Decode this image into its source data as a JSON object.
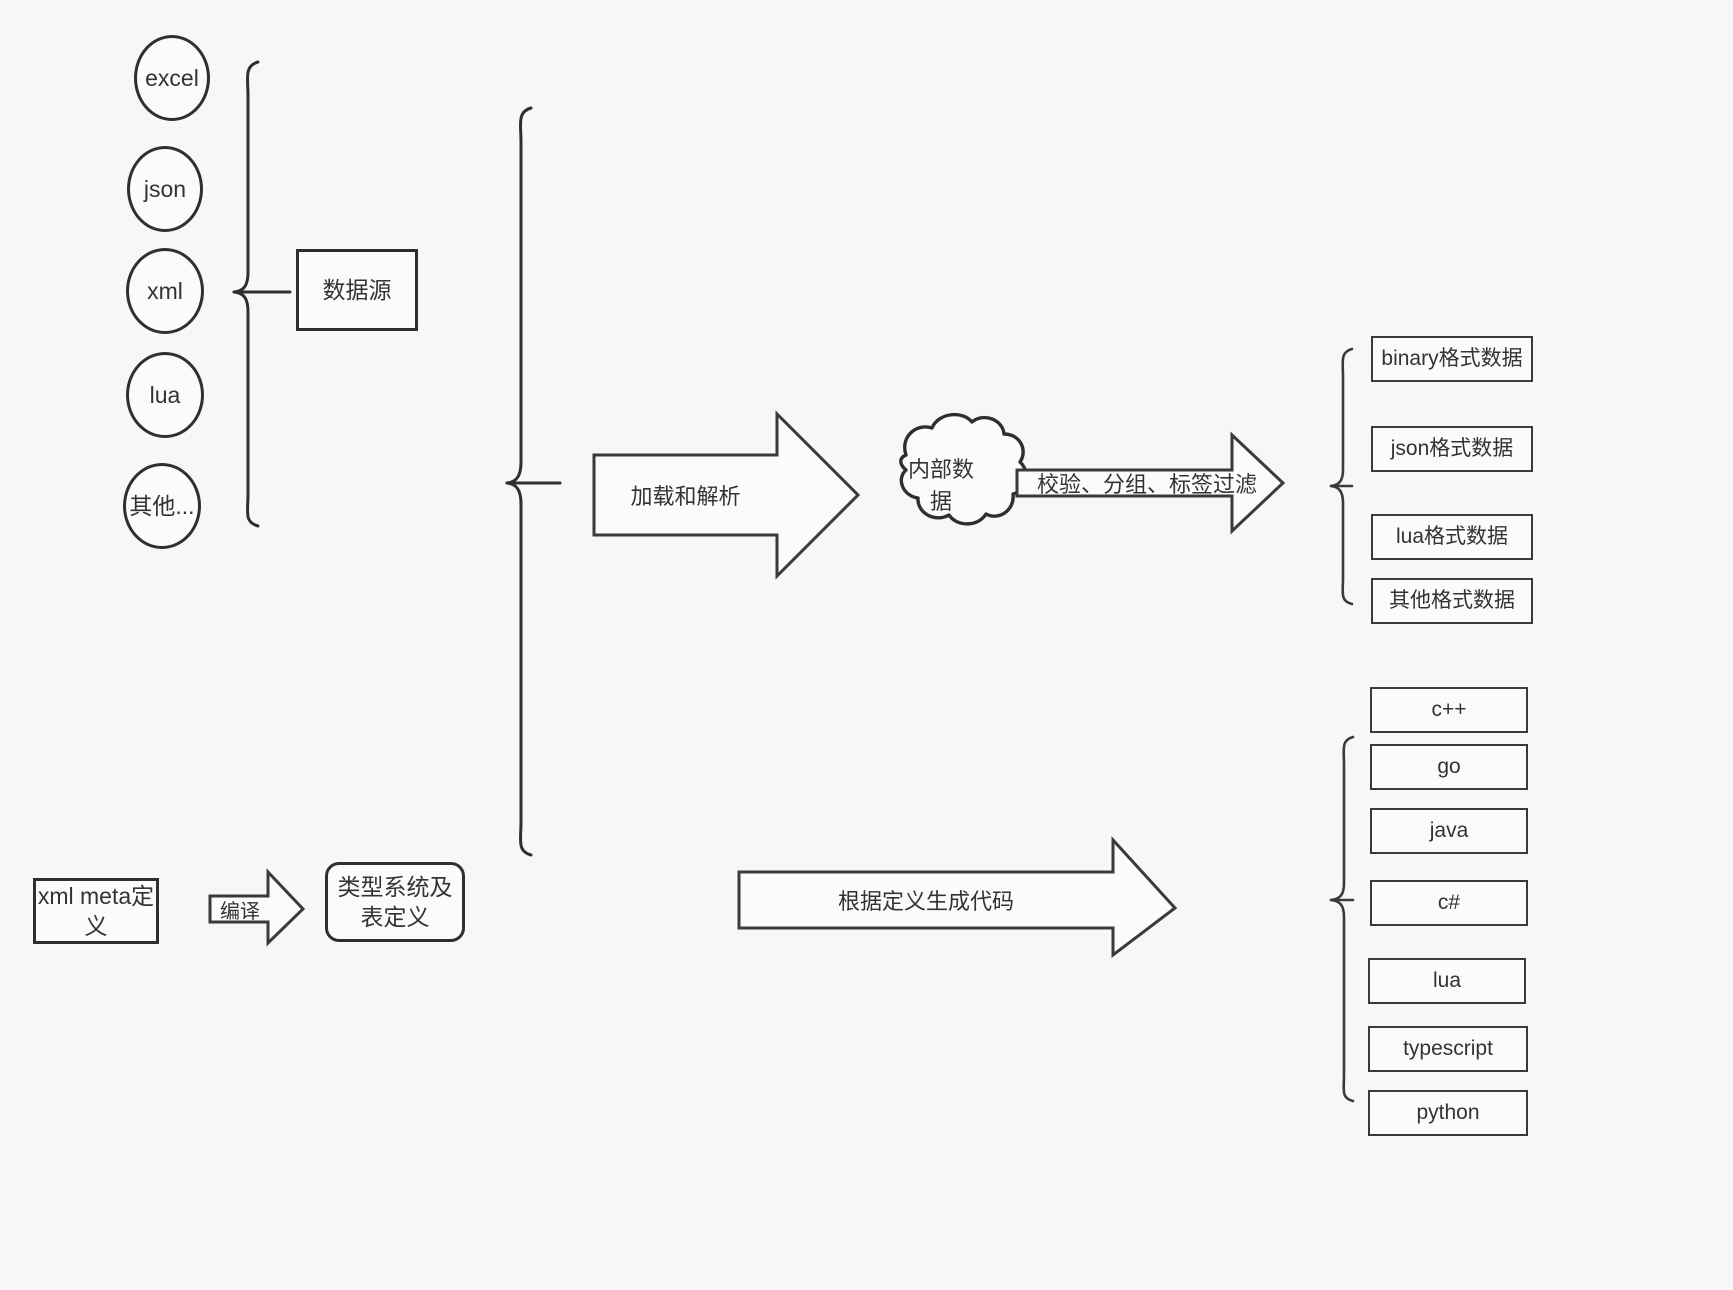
{
  "diagram": {
    "title": "data pipeline architecture diagram",
    "background_color": "#f7f7f7",
    "stroke_color": "#2f2f2f",
    "fill_color": "#fbfbfb"
  },
  "sources": {
    "group_label": "数据源",
    "items": [
      {
        "label": "excel"
      },
      {
        "label": "json"
      },
      {
        "label": "xml"
      },
      {
        "label": "lua"
      },
      {
        "label": "其他..."
      }
    ]
  },
  "meta": {
    "definition_label": "xml meta定义",
    "compile_arrow_label": "编译",
    "type_system_label": "类型系统及表定义"
  },
  "pipeline": {
    "load_arrow_label": "加载和解析",
    "internal_data_label": "内部数据",
    "filter_arrow_label": "校验、分组、标签过滤",
    "codegen_arrow_label": "根据定义生成代码"
  },
  "outputs": {
    "formats": [
      {
        "label": "binary格式数据"
      },
      {
        "label": "json格式数据"
      },
      {
        "label": "lua格式数据"
      },
      {
        "label": "其他格式数据"
      }
    ],
    "languages": [
      {
        "label": "c++"
      },
      {
        "label": "go"
      },
      {
        "label": "java"
      },
      {
        "label": "c#"
      },
      {
        "label": "lua"
      },
      {
        "label": "typescript"
      },
      {
        "label": "python"
      }
    ]
  }
}
